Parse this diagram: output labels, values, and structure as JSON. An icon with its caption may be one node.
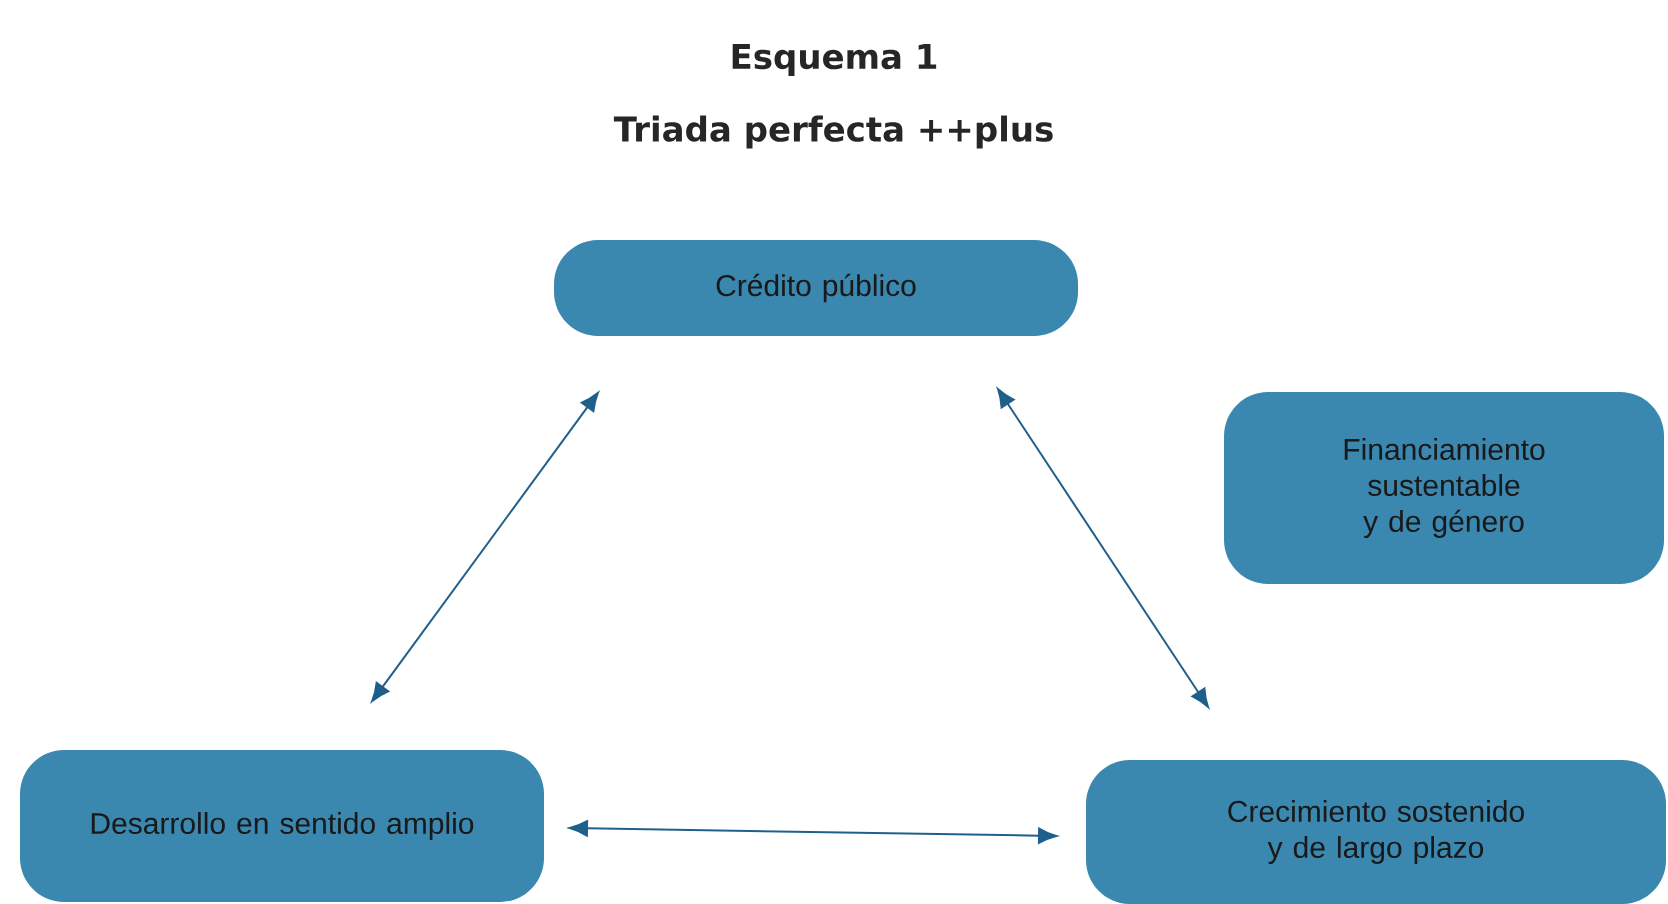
{
  "diagram": {
    "title": "Esquema 1",
    "nodes": [
      {
        "text": [
          "Crédito público"
        ]
      },
      {
        "text": [
          "Financiamiento sustentable y de género"
        ]
      },
      {
        "text": [
          "Desarrollo en sentido amplio"
        ]
      },
      {
        "text": [
          "Crecimiento sostenido y de largo plazo"
        ]
      }
    ],
    "edges": [
      {
        "from": 0,
        "to": 2,
        "arrow": "both"
      },
      {
        "from": 0,
        "to": 3,
        "arrow": "both"
      },
      {
        "from": 2,
        "to": 3,
        "arrow": "both"
      }
    ],
    "labels": [
      "Triada perfecta ++plus"
    ]
  }
}
